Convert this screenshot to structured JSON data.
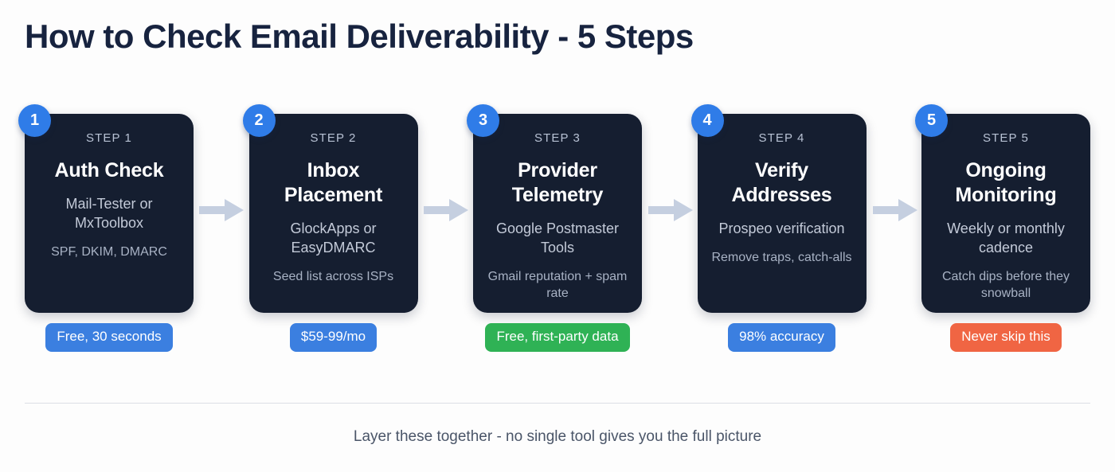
{
  "header": {
    "title": "How to Check Email Deliverability - 5 Steps"
  },
  "colors": {
    "page_background": "#fdfdfd",
    "card_background": "#151e30",
    "title_text": "#17233f",
    "badge_blue": "#2f7ce8",
    "pill_blue": "#3b7fe0",
    "pill_green": "#2fb255",
    "pill_orange": "#f06543",
    "arrow": "#c5cfe0",
    "divider": "#dcdfe6",
    "footer_text": "#4a5568"
  },
  "steps": [
    {
      "number": "1",
      "step_label": "STEP 1",
      "title": "Auth Check",
      "subtitle": "Mail-Tester or MxToolbox",
      "detail": "SPF, DKIM, DMARC",
      "pill_text": "Free, 30 seconds",
      "pill_color": "#3b7fe0"
    },
    {
      "number": "2",
      "step_label": "STEP 2",
      "title": "Inbox Placement",
      "subtitle": "GlockApps or EasyDMARC",
      "detail": "Seed list across ISPs",
      "pill_text": "$59-99/mo",
      "pill_color": "#3b7fe0"
    },
    {
      "number": "3",
      "step_label": "STEP 3",
      "title": "Provider Telemetry",
      "subtitle": "Google Postmaster Tools",
      "detail": "Gmail reputation + spam rate",
      "pill_text": "Free, first-party data",
      "pill_color": "#2fb255"
    },
    {
      "number": "4",
      "step_label": "STEP 4",
      "title": "Verify Addresses",
      "subtitle": "Prospeo verification",
      "detail": "Remove traps, catch-alls",
      "pill_text": "98% accuracy",
      "pill_color": "#3b7fe0"
    },
    {
      "number": "5",
      "step_label": "STEP 5",
      "title": "Ongoing Monitoring",
      "subtitle": "Weekly or monthly cadence",
      "detail": "Catch dips before they snowball",
      "pill_text": "Never skip this",
      "pill_color": "#f06543"
    }
  ],
  "footer": {
    "note": "Layer these together - no single tool gives you the full picture"
  }
}
